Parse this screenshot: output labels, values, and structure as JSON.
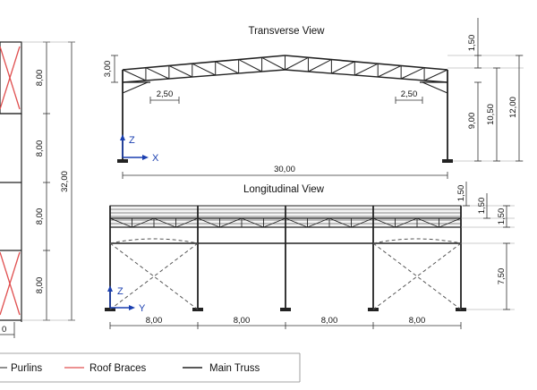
{
  "views": {
    "transverse": {
      "title": "Transverse View",
      "span_dim": "30,00",
      "haunch_left_dim": "2,50",
      "haunch_right_dim": "2,50",
      "apex_rise_dim": "3,00",
      "ridge_dim": "1,50",
      "eave_height_dim": "9,00",
      "truss_height_dim": "10,50",
      "ridge_height_dim": "12,00",
      "axis_z": "Z",
      "axis_x": "X"
    },
    "longitudinal": {
      "title": "Longitudinal View",
      "bay_dims": [
        "8,00",
        "8,00",
        "8,00",
        "8,00"
      ],
      "top_dims": [
        "1,50",
        "1,50",
        "1,50"
      ],
      "brace_height_dim": "7,50",
      "axis_z": "Z",
      "axis_y": "Y"
    },
    "side": {
      "bay_dims": [
        "8,00",
        "8,00",
        "8,00",
        "8,00"
      ],
      "total_dim": "32,00",
      "bottom_cut_label": "0"
    }
  },
  "legend": {
    "items": [
      {
        "label": "Purlins",
        "color": "#555555"
      },
      {
        "label": "Roof Braces",
        "color": "#e05050"
      },
      {
        "label": "Main Truss",
        "color": "#222222"
      }
    ]
  },
  "colors": {
    "steel": "#222222",
    "brace": "#e05050",
    "axis": "#1a3fb0",
    "dim_line": "#333333"
  }
}
